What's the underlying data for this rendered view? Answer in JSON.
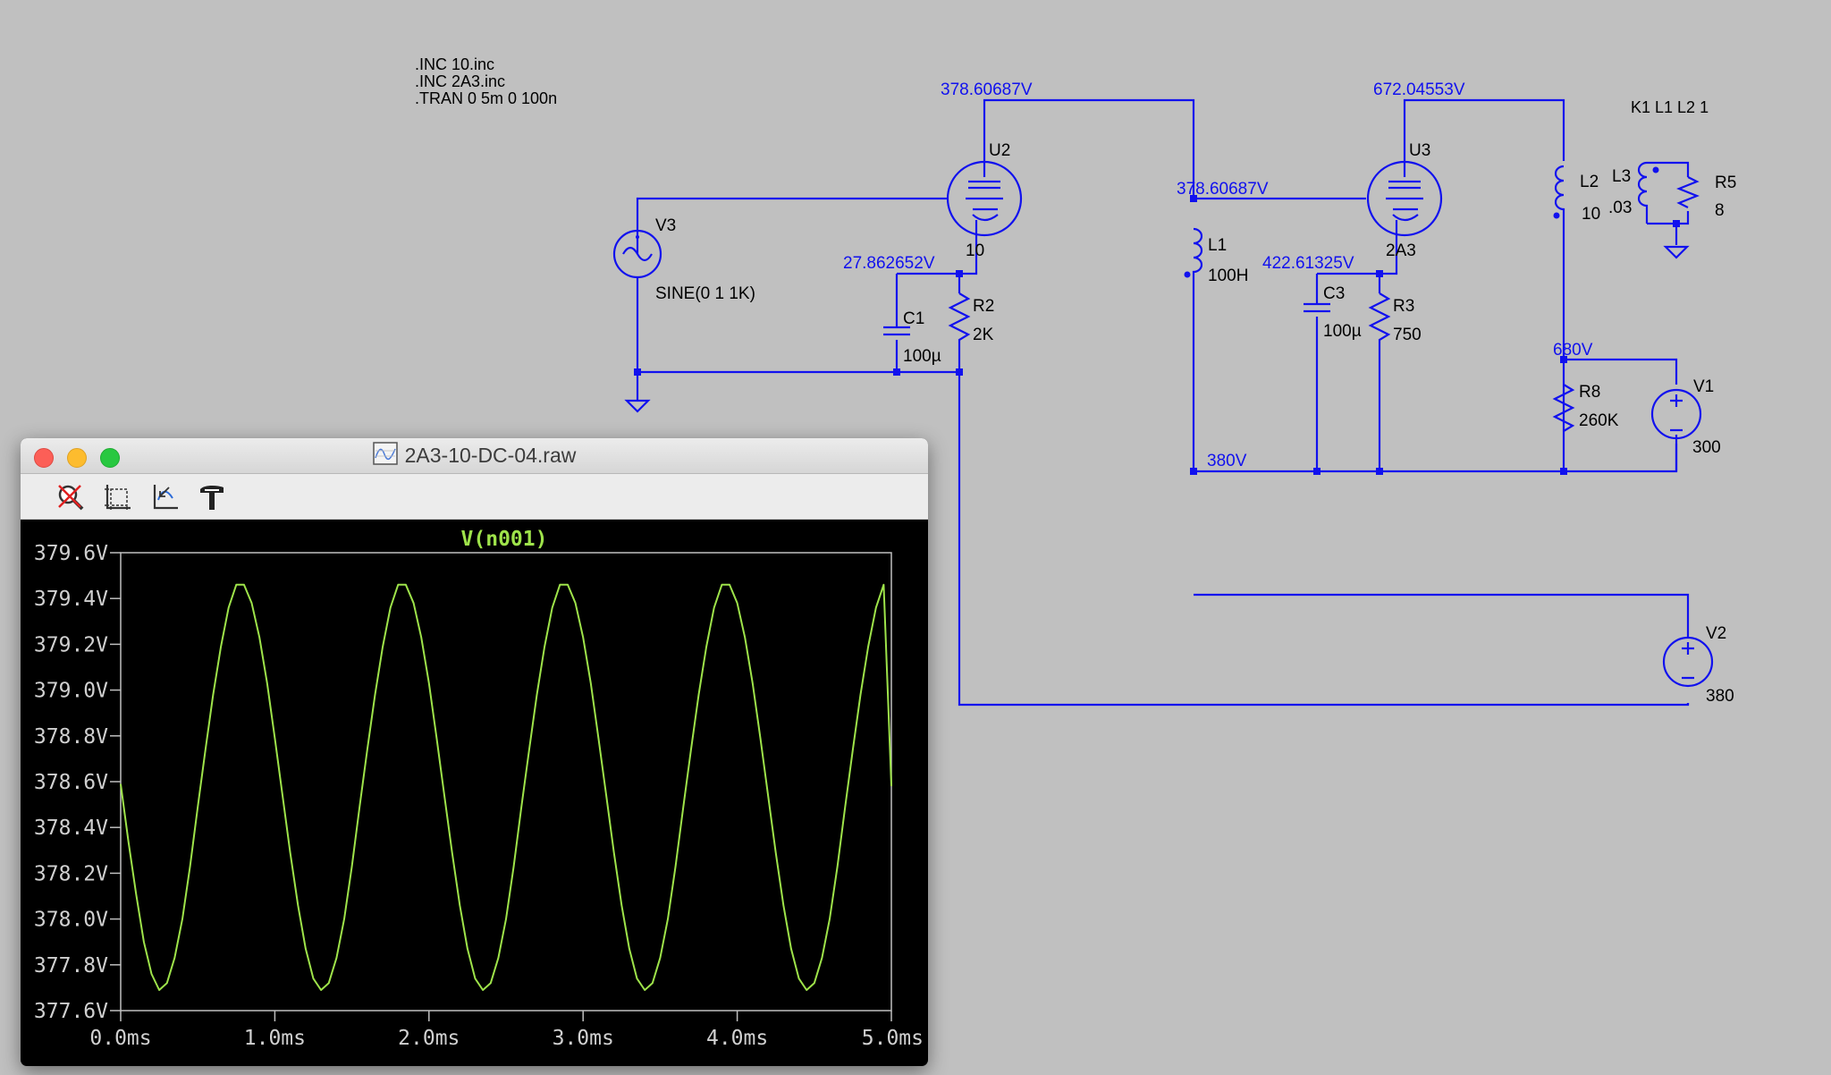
{
  "directives": [
    ".INC 10.inc",
    ".INC 2A3.inc",
    ".TRAN 0 5m 0 100n"
  ],
  "coupling": "K1 L1 L2 1",
  "node_labels": {
    "u2_plate": "378.60687V",
    "u3_plate": "672.04553V",
    "u3_grid": "378.60687V",
    "u2_cathode": "27.862652V",
    "u3_cathode": "422.61325V",
    "v1_top": "680V",
    "b_plus": "380V"
  },
  "components": {
    "u2": {
      "name": "U2",
      "value": "10"
    },
    "u3": {
      "name": "U3",
      "value": "2A3"
    },
    "v3": {
      "name": "V3",
      "value": "SINE(0 1 1K)"
    },
    "v1": {
      "name": "V1",
      "value": "300"
    },
    "v2": {
      "name": "V2",
      "value": "380"
    },
    "l1": {
      "name": "L1",
      "value": "100H"
    },
    "l2": {
      "name": "L2",
      "value": "10"
    },
    "l3": {
      "name": "L3",
      "value": ".03"
    },
    "r5": {
      "name": "R5",
      "value": "8"
    },
    "r2": {
      "name": "R2",
      "value": "2K"
    },
    "r3": {
      "name": "R3",
      "value": "750"
    },
    "r8": {
      "name": "R8",
      "value": "260K"
    },
    "c1": {
      "name": "C1",
      "value": "100µ"
    },
    "c3": {
      "name": "C3",
      "value": "100µ"
    }
  },
  "window": {
    "title": "2A3-10-DC-04.raw",
    "toolbar": [
      {
        "name": "zoom-off-button",
        "icon": "zoom-off-icon"
      },
      {
        "name": "autorange-button",
        "icon": "autorange-icon"
      },
      {
        "name": "zoom-back-button",
        "icon": "zoom-back-icon"
      },
      {
        "name": "settings-button",
        "icon": "hammer-icon"
      }
    ]
  },
  "colors": {
    "background": "#c0c0c0",
    "wire": "#1111ee",
    "text": "#000000",
    "plot_bg": "#000000",
    "trace": "#9ee34a",
    "axis": "#bfbfbf",
    "tick_label": "#d0d0d0"
  },
  "chart_data": {
    "type": "line",
    "title": "V(n001)",
    "xlabel": "",
    "ylabel": "",
    "xlim": [
      0.0,
      5.0
    ],
    "ylim": [
      377.6,
      379.6
    ],
    "x_tick_labels": [
      "0.0ms",
      "1.0ms",
      "2.0ms",
      "3.0ms",
      "4.0ms",
      "5.0ms"
    ],
    "y_tick_labels": [
      "379.6V",
      "379.4V",
      "379.2V",
      "379.0V",
      "378.8V",
      "378.6V",
      "378.4V",
      "378.2V",
      "378.0V",
      "377.8V",
      "377.6V"
    ],
    "x_ticks": [
      0.0,
      1.0,
      2.0,
      3.0,
      4.0,
      5.0
    ],
    "y_ticks": [
      379.6,
      379.4,
      379.2,
      379.0,
      378.8,
      378.6,
      378.4,
      378.2,
      378.0,
      377.8,
      377.6
    ],
    "series": [
      {
        "name": "V(n001)",
        "x_unit": "ms",
        "y_unit": "V",
        "x": [
          0.0,
          0.05,
          0.1,
          0.15,
          0.2,
          0.25,
          0.3,
          0.35,
          0.4,
          0.45,
          0.5,
          0.55,
          0.6,
          0.65,
          0.7,
          0.75,
          0.8,
          0.85,
          0.9,
          0.95,
          1.0,
          1.05,
          1.1,
          1.15,
          1.2,
          1.25,
          1.3,
          1.35,
          1.4,
          1.45,
          1.5,
          1.55,
          1.6,
          1.65,
          1.7,
          1.75,
          1.8,
          1.85,
          1.9,
          1.95,
          2.0,
          2.05,
          2.1,
          2.15,
          2.2,
          2.25,
          2.3,
          2.35,
          2.4,
          2.45,
          2.5,
          2.55,
          2.6,
          2.65,
          2.7,
          2.75,
          2.8,
          2.85,
          2.9,
          2.95,
          3.0,
          3.05,
          3.1,
          3.15,
          3.2,
          3.25,
          3.3,
          3.35,
          3.4,
          3.45,
          3.5,
          3.55,
          3.6,
          3.65,
          3.7,
          3.75,
          3.8,
          3.85,
          3.9,
          3.95,
          4.0,
          4.05,
          4.1,
          4.15,
          4.2,
          4.25,
          4.3,
          4.35,
          4.4,
          4.45,
          4.5,
          4.55,
          4.6,
          4.65,
          4.7,
          4.75,
          4.8,
          4.85,
          4.9,
          4.95,
          5.0
        ],
        "values": [
          378.59,
          378.34,
          378.11,
          377.9,
          377.76,
          377.69,
          377.72,
          377.83,
          378.0,
          378.23,
          378.49,
          378.74,
          378.98,
          379.19,
          379.36,
          379.46,
          379.46,
          379.38,
          379.23,
          379.03,
          378.79,
          378.54,
          378.29,
          378.06,
          377.87,
          377.74,
          377.69,
          377.72,
          377.83,
          378.0,
          378.23,
          378.49,
          378.74,
          378.98,
          379.19,
          379.36,
          379.46,
          379.46,
          379.38,
          379.23,
          379.03,
          378.79,
          378.54,
          378.29,
          378.06,
          377.87,
          377.74,
          377.69,
          377.72,
          377.83,
          378.0,
          378.23,
          378.49,
          378.74,
          378.98,
          379.19,
          379.36,
          379.46,
          379.46,
          379.38,
          379.23,
          379.03,
          378.79,
          378.54,
          378.29,
          378.06,
          377.87,
          377.74,
          377.69,
          377.72,
          377.83,
          378.0,
          378.23,
          378.49,
          378.74,
          378.98,
          379.19,
          379.36,
          379.46,
          379.46,
          379.38,
          379.23,
          379.03,
          378.79,
          378.54,
          378.29,
          378.06,
          377.87,
          377.74,
          377.69,
          377.72,
          377.83,
          378.0,
          378.23,
          378.49,
          378.74,
          378.98,
          379.19,
          379.36,
          379.46,
          378.58
        ]
      }
    ]
  }
}
